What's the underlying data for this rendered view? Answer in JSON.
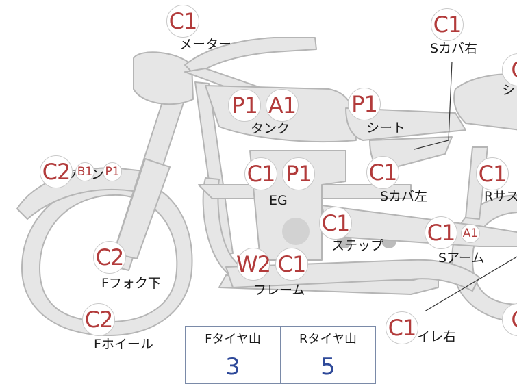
{
  "parts": [
    {
      "label": "メーター",
      "codes": [
        {
          "code": "C1"
        }
      ]
    },
    {
      "label": "Sカバ右",
      "codes": [
        {
          "code": "C1"
        }
      ]
    },
    {
      "label": "シ",
      "codes": [
        {
          "code": "C"
        }
      ]
    },
    {
      "label": "タンク",
      "codes": [
        {
          "code": "P1"
        },
        {
          "code": "A1"
        }
      ]
    },
    {
      "label": "シート",
      "codes": [
        {
          "code": "P1"
        }
      ]
    },
    {
      "label": "Fフェン",
      "codes": [
        {
          "code": "C2"
        },
        {
          "code": "B1",
          "small": true
        },
        {
          "code": "P1",
          "small": true
        }
      ]
    },
    {
      "label": "EG",
      "codes": [
        {
          "code": "C1"
        },
        {
          "code": "P1"
        }
      ]
    },
    {
      "label": "Sカバ左",
      "codes": [
        {
          "code": "C1"
        }
      ]
    },
    {
      "label": "Rサス",
      "codes": [
        {
          "code": "C1"
        }
      ]
    },
    {
      "label": "ステップ",
      "codes": [
        {
          "code": "C1"
        }
      ]
    },
    {
      "label": "Sアーム",
      "codes": [
        {
          "code": "C1"
        },
        {
          "code": "A1",
          "small": true
        }
      ]
    },
    {
      "label": "Fフォク下",
      "codes": [
        {
          "code": "C2"
        }
      ]
    },
    {
      "label": "フレーム",
      "codes": [
        {
          "code": "W2"
        },
        {
          "code": "C1"
        }
      ]
    },
    {
      "label": "Fホイール",
      "codes": [
        {
          "code": "C2"
        }
      ]
    },
    {
      "label": "サイレ右",
      "codes": [
        {
          "code": "C1"
        }
      ]
    },
    {
      "label": "",
      "codes": [
        {
          "code": "C"
        }
      ]
    }
  ],
  "tire_table": {
    "headers": [
      "Fタイヤ山",
      "Rタイヤ山"
    ],
    "values": [
      "3",
      "5"
    ]
  },
  "colors": {
    "part_fill": "#e6e6e6",
    "part_stroke": "#b5b5b5",
    "code_text": "#b23b3b",
    "value_text": "#2f4a9a"
  }
}
